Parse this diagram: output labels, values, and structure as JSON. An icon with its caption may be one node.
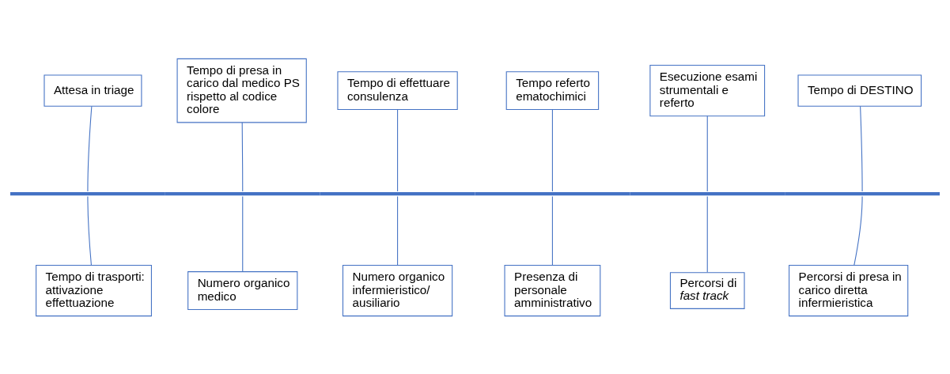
{
  "diagram": {
    "nodes": [
      {
        "text": [
          "Attesa in triage"
        ]
      },
      {
        "text": [
          "Tempo di presa in carico dal medico PS rispetto al codice colore"
        ]
      },
      {
        "text": [
          "Tempo di effettuare consulenza"
        ]
      },
      {
        "text": [
          "Tempo referto ematochimici"
        ]
      },
      {
        "text": [
          "Esecuzione esami strumentali e referto"
        ]
      },
      {
        "text": [
          "Tempo di DESTINO"
        ]
      },
      {
        "text": [],
        "shape": "bar"
      },
      {
        "text": [
          "Tempo di trasporti: attivazione effettuazione"
        ]
      },
      {
        "text": [
          "Numero organico medico"
        ]
      },
      {
        "text": [
          "Numero organico infermieristico/ ausiliario"
        ]
      },
      {
        "text": [
          "Presenza di personale amministrativo"
        ]
      },
      {
        "text": [
          "Percorsi di *fast track*"
        ]
      },
      {
        "text": [
          "Percorsi di presa in carico diretta infermieristica"
        ]
      }
    ],
    "edges": [
      {
        "from": 0,
        "to": 6,
        "arrow": "none"
      },
      {
        "from": 1,
        "to": 6,
        "arrow": "none"
      },
      {
        "from": 2,
        "to": 6,
        "arrow": "none"
      },
      {
        "from": 3,
        "to": 6,
        "arrow": "none"
      },
      {
        "from": 4,
        "to": 6,
        "arrow": "none"
      },
      {
        "from": 5,
        "to": 6,
        "arrow": "none"
      },
      {
        "from": 7,
        "to": 6,
        "arrow": "none"
      },
      {
        "from": 8,
        "to": 6,
        "arrow": "none"
      },
      {
        "from": 9,
        "to": 6,
        "arrow": "none"
      },
      {
        "from": 10,
        "to": 6,
        "arrow": "none"
      },
      {
        "from": 11,
        "to": 6,
        "arrow": "none"
      },
      {
        "from": 12,
        "to": 6,
        "arrow": "none"
      }
    ]
  }
}
